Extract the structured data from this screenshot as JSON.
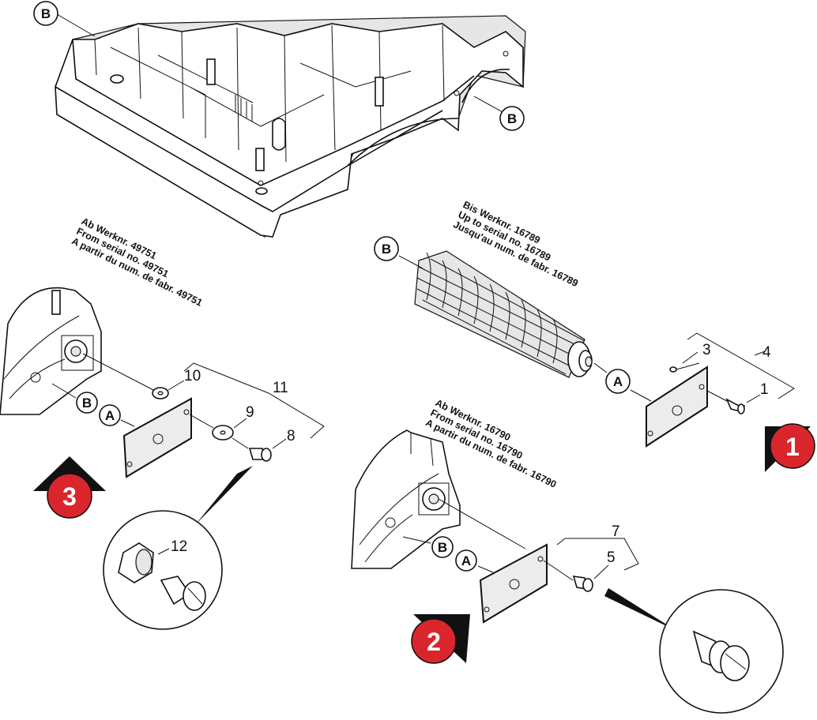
{
  "letters": {
    "b": "B",
    "a": "A"
  },
  "steps": {
    "one": "1",
    "two": "2",
    "three": "3"
  },
  "step_badge_color": "#d8262c",
  "notes": {
    "up_to": [
      "Bis Werknr. 16789",
      "Up to serial no. 16789",
      "Jusqu'au num. de fabr. 16789"
    ],
    "from_16790": [
      "Ab Werknr. 16790",
      "From serial no. 16790",
      "A partir du num. de fabr. 16790"
    ],
    "from_49751": [
      "Ab Werknr. 49751",
      "From serial no. 49751",
      "A partir du num. de fabr. 49751"
    ]
  },
  "parts": {
    "p1": "1",
    "p3": "3",
    "p4": "4",
    "p5": "5",
    "p7": "7",
    "p8": "8",
    "p9": "9",
    "p10": "10",
    "p11": "11",
    "p12": "12"
  }
}
